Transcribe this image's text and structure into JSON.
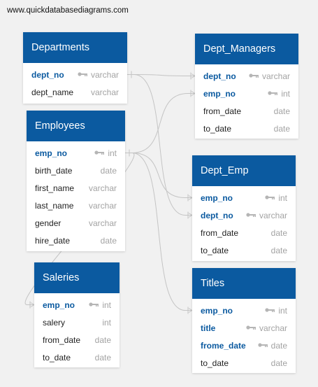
{
  "site_url": "www.quickdatabasediagrams.com",
  "tables": {
    "departments": {
      "title": "Departments",
      "columns": [
        {
          "name": "dept_no",
          "type": "varchar",
          "pk": true
        },
        {
          "name": "dept_name",
          "type": "varchar",
          "pk": false
        }
      ]
    },
    "dept_managers": {
      "title": "Dept_Managers",
      "columns": [
        {
          "name": "dept_no",
          "type": "varchar",
          "pk": true
        },
        {
          "name": "emp_no",
          "type": "int",
          "pk": true
        },
        {
          "name": "from_date",
          "type": "date",
          "pk": false
        },
        {
          "name": "to_date",
          "type": "date",
          "pk": false
        }
      ]
    },
    "employees": {
      "title": "Employees",
      "columns": [
        {
          "name": "emp_no",
          "type": "int",
          "pk": true
        },
        {
          "name": "birth_date",
          "type": "date",
          "pk": false
        },
        {
          "name": "first_name",
          "type": "varchar",
          "pk": false
        },
        {
          "name": "last_name",
          "type": "varchar",
          "pk": false
        },
        {
          "name": "gender",
          "type": "varchar",
          "pk": false
        },
        {
          "name": "hire_date",
          "type": "date",
          "pk": false
        }
      ]
    },
    "dept_emp": {
      "title": "Dept_Emp",
      "columns": [
        {
          "name": "emp_no",
          "type": "int",
          "pk": true
        },
        {
          "name": "dept_no",
          "type": "varchar",
          "pk": true
        },
        {
          "name": "from_date",
          "type": "date",
          "pk": false
        },
        {
          "name": "to_date",
          "type": "date",
          "pk": false
        }
      ]
    },
    "saleries": {
      "title": "Saleries",
      "columns": [
        {
          "name": "emp_no",
          "type": "int",
          "pk": true
        },
        {
          "name": "salery",
          "type": "int",
          "pk": false
        },
        {
          "name": "from_date",
          "type": "date",
          "pk": false
        },
        {
          "name": "to_date",
          "type": "date",
          "pk": false
        }
      ]
    },
    "titles": {
      "title": "Titles",
      "columns": [
        {
          "name": "emp_no",
          "type": "int",
          "pk": true
        },
        {
          "name": "title",
          "type": "varchar",
          "pk": true
        },
        {
          "name": "frome_date",
          "type": "date",
          "pk": true
        },
        {
          "name": "to_date",
          "type": "date",
          "pk": false
        }
      ]
    }
  },
  "relationships": [
    {
      "from": "departments.dept_no",
      "to": "dept_managers.dept_no"
    },
    {
      "from": "employees.emp_no",
      "to": "dept_managers.emp_no"
    },
    {
      "from": "departments.dept_no",
      "to": "dept_emp.dept_no"
    },
    {
      "from": "employees.emp_no",
      "to": "dept_emp.emp_no"
    },
    {
      "from": "employees.emp_no",
      "to": "titles.emp_no"
    },
    {
      "from": "employees.emp_no",
      "to": "saleries.emp_no"
    }
  ],
  "colors": {
    "header_bg": "#0b5aa0",
    "key_text": "#0b5aa0",
    "type_text": "#a3a3a3",
    "connector": "#c4c4c4",
    "background": "#f1f1f1"
  }
}
